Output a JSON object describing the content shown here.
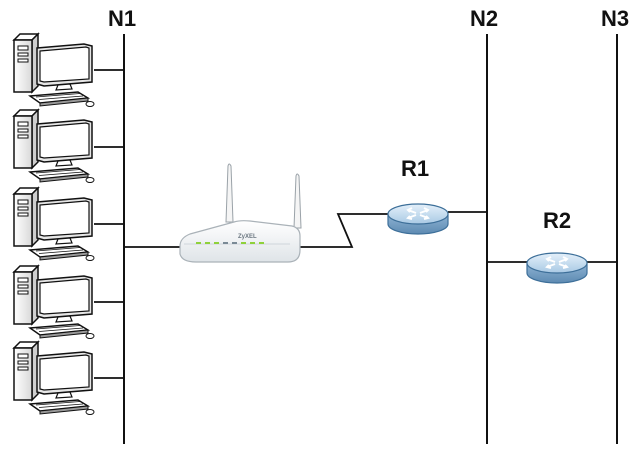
{
  "networks": [
    {
      "id": "n1",
      "label": "N1"
    },
    {
      "id": "n2",
      "label": "N2"
    },
    {
      "id": "n3",
      "label": "N3"
    }
  ],
  "routers": [
    {
      "id": "r1",
      "label": "R1"
    },
    {
      "id": "r2",
      "label": "R2"
    }
  ],
  "access_point": {
    "icon": "wireless-router-icon",
    "brand_text": "ZyXEL"
  },
  "computers": {
    "count": 5,
    "icon": "desktop-computer-icon"
  },
  "colors": {
    "line": "#111111",
    "router_top": "#c7def0",
    "router_side": "#7fa7c9",
    "router_edge": "#3d6f99",
    "ap_body": "#f4f6f8",
    "ap_led_green": "#8fd13b",
    "monitor_screen": "#ffffff",
    "computer_body": "#ffffff"
  }
}
